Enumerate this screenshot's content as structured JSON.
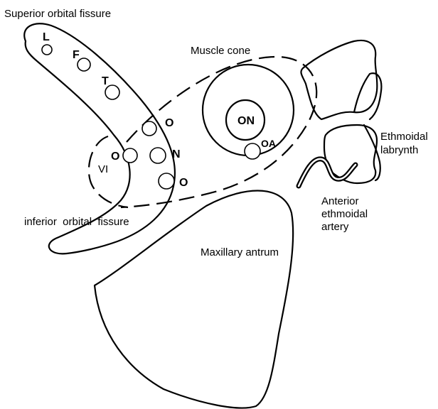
{
  "labels": {
    "superior_orbital_fissure": "Superior orbital fissure",
    "muscle_cone": "Muscle cone",
    "ethmoidal_labrynth_line1": "Ethmoidal",
    "ethmoidal_labrynth_line2": "labrynth",
    "anterior_ethmoidal_artery_line1": "Anterior",
    "anterior_ethmoidal_artery_line2": "ethmoidal",
    "anterior_ethmoidal_artery_line3": "artery",
    "inferior_orbital_fissure": "inferior  orbital  fissure",
    "maxillary_antrum": "Maxillary antrum",
    "optic_nerve": "ON",
    "ophthalmic_artery": "OA",
    "abducens": "VI"
  },
  "nerves": {
    "lacrimal": "L",
    "frontal": "F",
    "trochlear": "T",
    "oculomotor_superior": "O",
    "oculomotor_left": "O",
    "nasociliary": "N",
    "oculomotor_inferior": "O"
  }
}
